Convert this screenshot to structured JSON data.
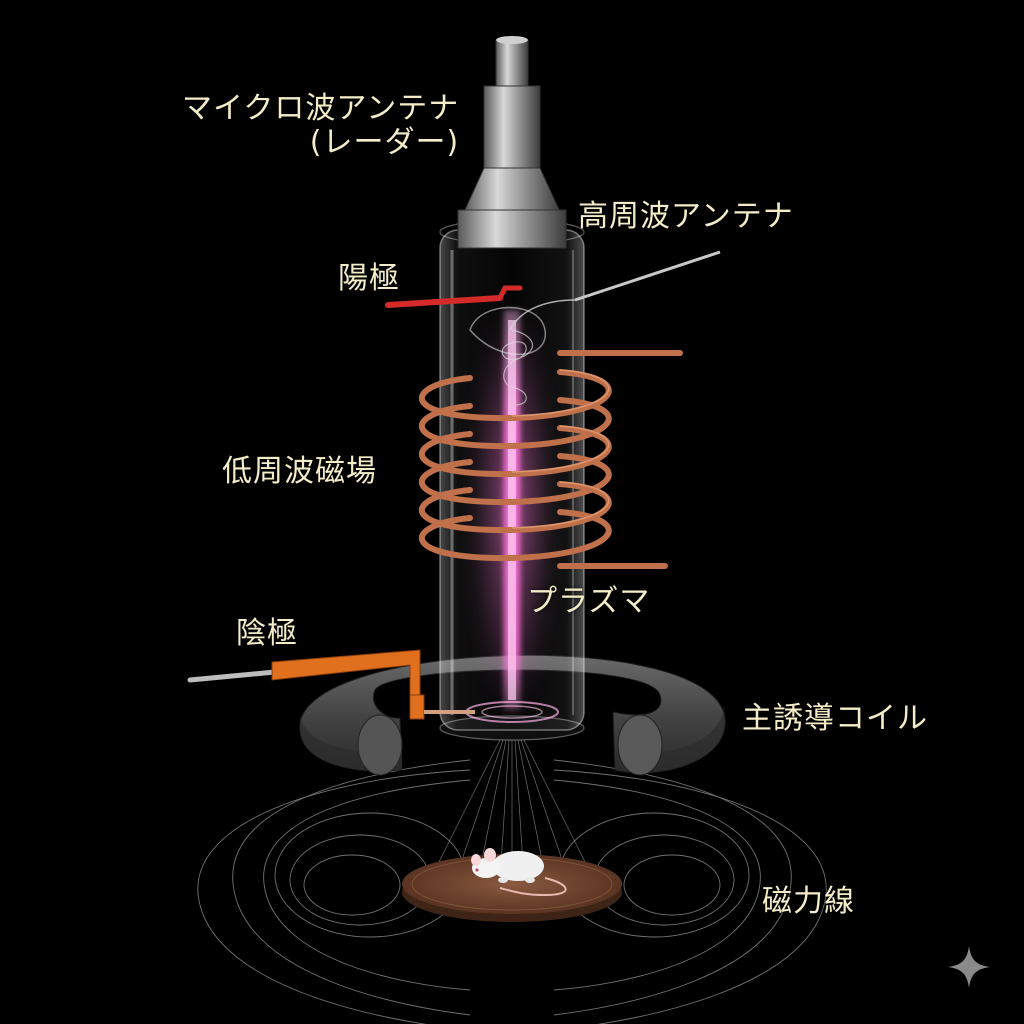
{
  "labels": {
    "microwave_antenna_line1": "マイクロ波アンテナ",
    "microwave_antenna_line2": "(レーダー)",
    "rf_antenna": "高周波アンテナ",
    "anode": "陽極",
    "low_freq_field": "低周波磁場",
    "plasma": "プラズマ",
    "cathode": "陰極",
    "main_induction_coil": "主誘導コイル",
    "magnetic_flux_lines": "磁力線"
  },
  "colors": {
    "background": "#000000",
    "label_text": "#f4edc8",
    "plasma": "#ff5fd2",
    "copper": "#c0704a",
    "anode_wire": "#d42a2a",
    "cathode_arm": "#e0701e",
    "steel": "#9a9a9a",
    "iron_core": "#4a4a4a"
  },
  "icons": {
    "corner_mark": "sparkle-icon"
  }
}
